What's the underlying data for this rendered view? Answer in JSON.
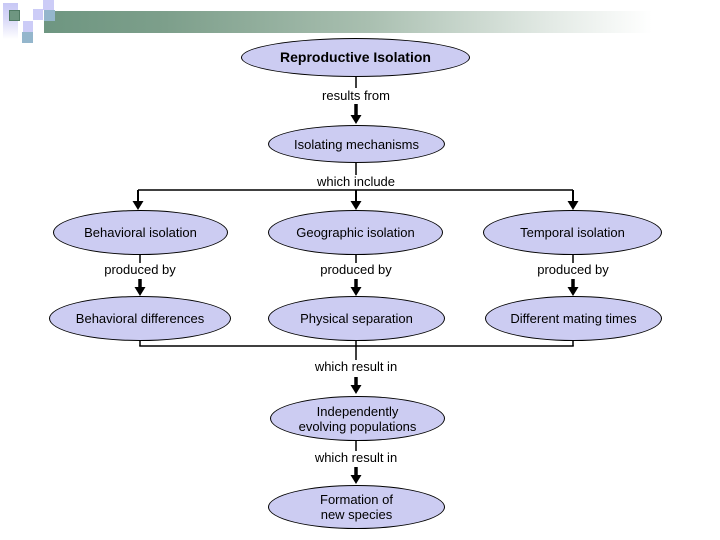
{
  "slide": {
    "background": "#ffffff",
    "colors": {
      "ellipse_fill": "#ccccf2",
      "ellipse_border": "#000000",
      "line_color": "#000000",
      "bar_green": "#6e9681",
      "square_green": "#6e9681",
      "square_green_border": "#4f7a63",
      "square_lavender": "#ccccf7",
      "square_blue": "#94b6cc"
    }
  },
  "diagram": {
    "root_label": "Reproductive Isolation",
    "edge_results_from": "results from",
    "isolating_mechanisms_label": "Isolating mechanisms",
    "edge_which_include": "which include",
    "branches": [
      {
        "type_label": "Behavioral isolation",
        "edge_label": "produced by",
        "cause_label": "Behavioral differences"
      },
      {
        "type_label": "Geographic isolation",
        "edge_label": "produced by",
        "cause_label": "Physical separation"
      },
      {
        "type_label": "Temporal isolation",
        "edge_label": "produced by",
        "cause_label": "Different mating times"
      }
    ],
    "edge_which_result_in_1": "which result in",
    "independently_evolving": {
      "line1": "Independently",
      "line2": "evolving populations"
    },
    "edge_which_result_in_2": "which result in",
    "formation_new_species": {
      "line1": "Formation of",
      "line2": "new species"
    }
  }
}
